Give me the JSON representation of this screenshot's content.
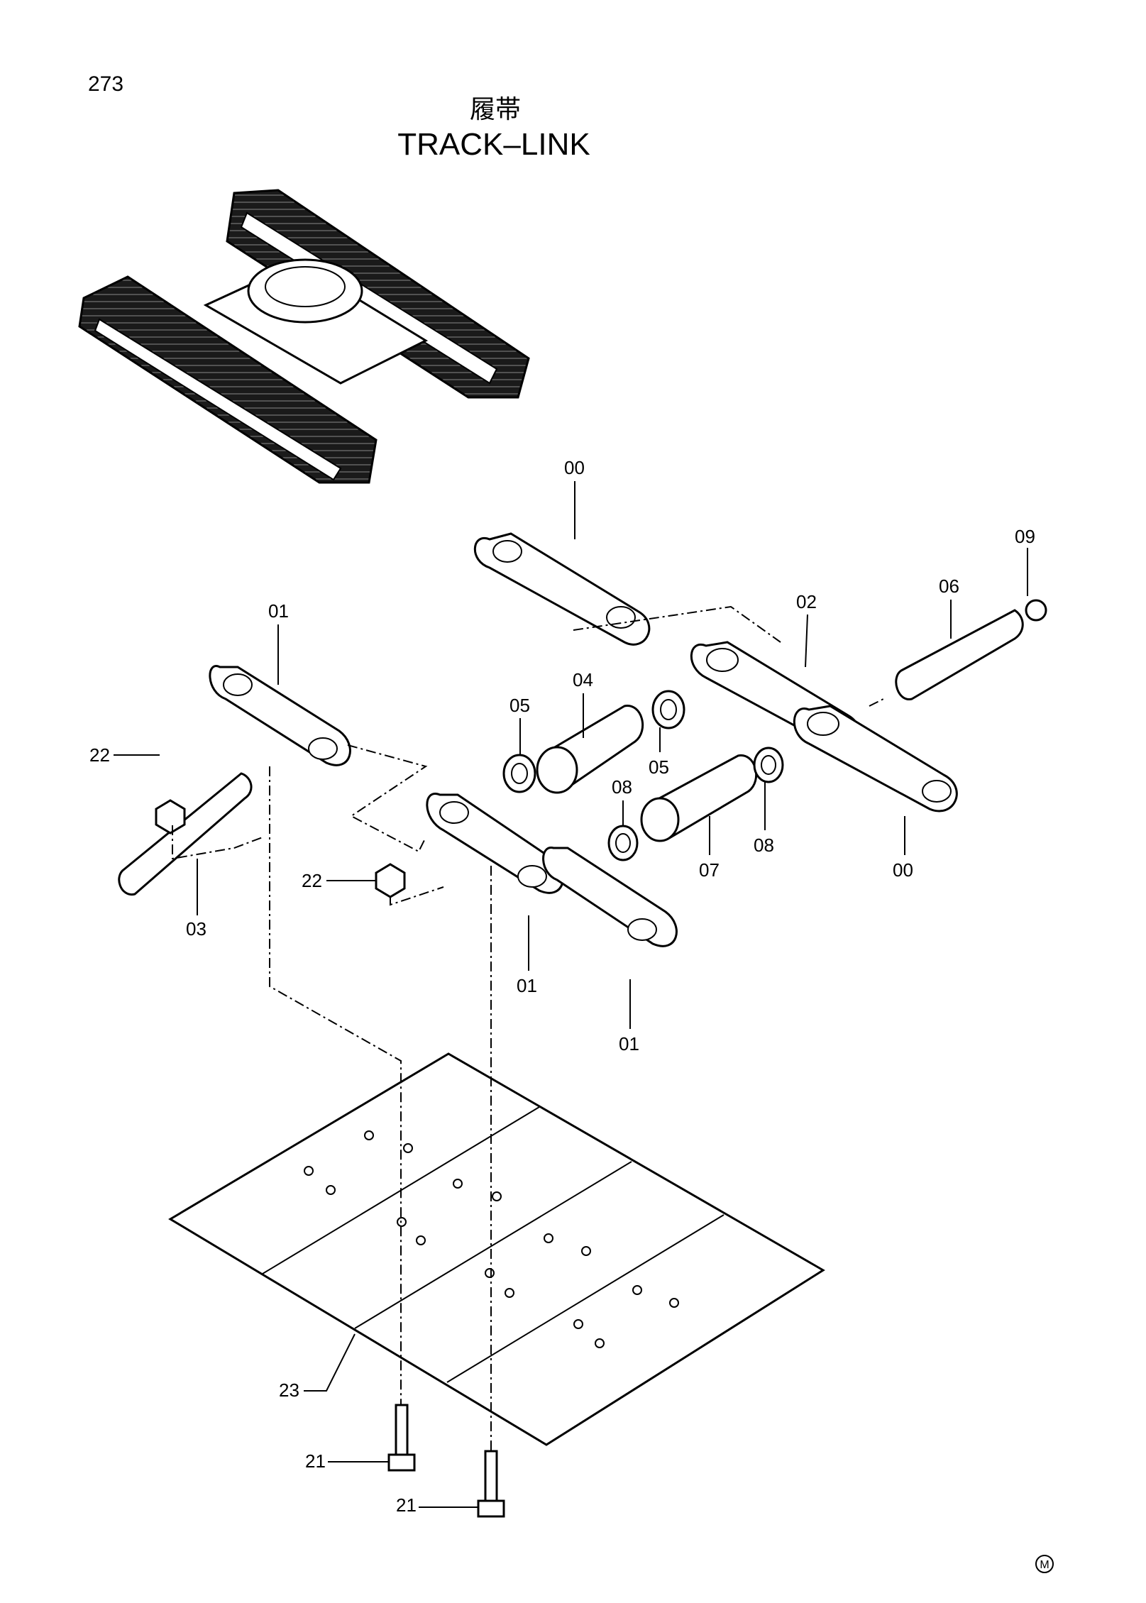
{
  "page_number": "273",
  "title_jp": "履帯",
  "title_en": "TRACK–LINK",
  "mark": "M",
  "callouts": {
    "c00_top": "00",
    "c09": "09",
    "c06": "06",
    "c02": "02",
    "c01_left": "01",
    "c04": "04",
    "c05_left": "05",
    "c05_right": "05",
    "c22_left": "22",
    "c08_left": "08",
    "c08_right": "08",
    "c00_right": "00",
    "c07": "07",
    "c03": "03",
    "c22_mid": "22",
    "c01_mid": "01",
    "c01_bottom": "01",
    "c23": "23",
    "c21_left": "21",
    "c21_right": "21"
  }
}
